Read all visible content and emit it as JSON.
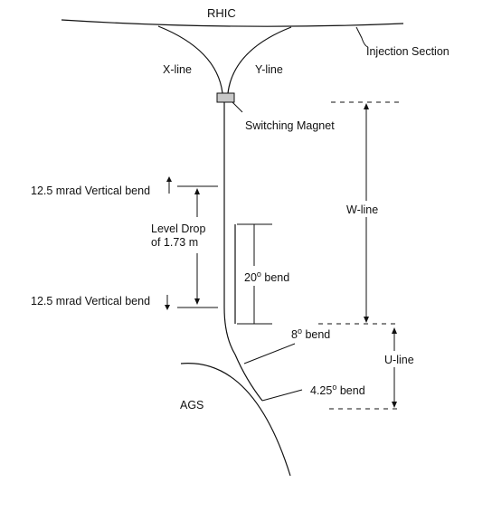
{
  "labels": {
    "rhic": "RHIC",
    "injection_section": "Injection Section",
    "x_line": "X-line",
    "y_line": "Y-line",
    "switching_magnet": "Switching Magnet",
    "vertical_bend_top": "12.5 mrad Vertical bend",
    "level_drop_line1": "Level Drop",
    "level_drop_line2": "of 1.73 m",
    "vertical_bend_bottom": "12.5 mrad Vertical bend",
    "w_line": "W-line",
    "bend_20_num": "20",
    "bend_20_sup": "o",
    "bend_20_word": " bend",
    "bend_8_num": "8",
    "bend_8_sup": "o",
    "bend_8_word": " bend",
    "u_line": "U-line",
    "bend_425_num": "4.25",
    "bend_425_sup": "o",
    "bend_425_word": " bend",
    "ags": "AGS"
  }
}
